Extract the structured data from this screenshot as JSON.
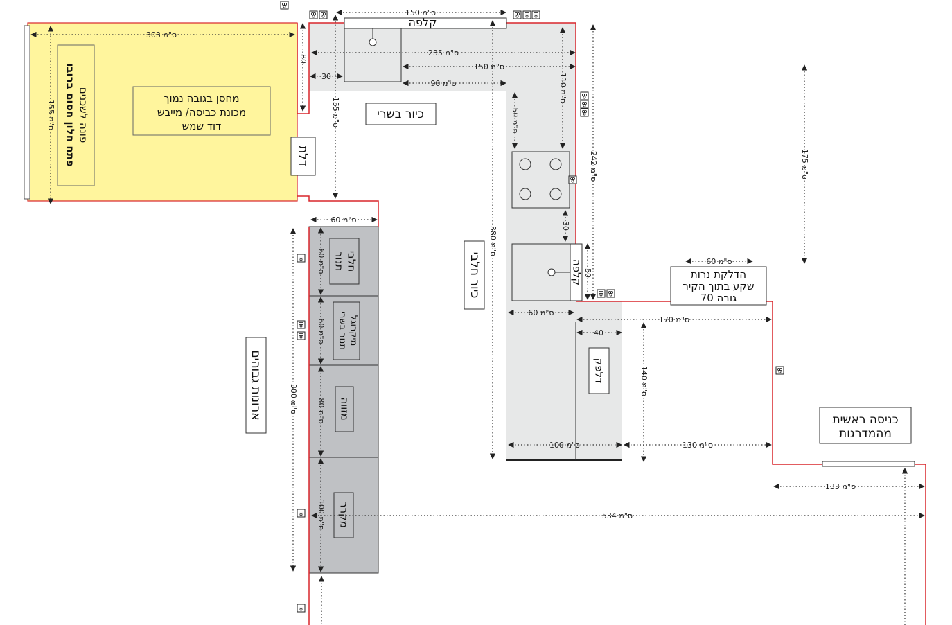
{
  "colors": {
    "wall": "#d9262c",
    "counter": "#e7e8e8",
    "tall": "#bfc1c4",
    "storage": "#fff59d",
    "text": "#111111"
  },
  "icons": [
    "outlet-icon",
    "arrow-head-icon",
    "burner-icon"
  ],
  "labels": {
    "sink_meat": "כיור בשרי",
    "sink_dairy": "כיור חלבי",
    "kalpa_top": "קלפה",
    "kalpa_side": "קלפה",
    "storage_title": "מחסן בגובה נמוך",
    "storage_line2": "מכונת כביסה/ מייבש",
    "storage_line3": "דוד שמש",
    "window_line1": "פתח חלון חסום ברובו",
    "window_line2": "פונה לשכנים",
    "door": "דלת",
    "tall_cabinets": "ארונות גבוהים",
    "dairy_oven_line1": "תנור",
    "dairy_oven_line2": "חלבי",
    "meat_oven_line1": "תנור בשרי",
    "meat_oven_line2": "מיקרוגל",
    "pantry": "מזווה",
    "fridge": "מקרר",
    "dalpak": "דלפק",
    "candle_line1": "הדלקת נרות",
    "candle_line2": "שקע בתוך הקיר",
    "candle_line3": "גובה 70",
    "entrance_line1": "כניסה ראשית",
    "entrance_line2": "מהמדרגות"
  },
  "dims": {
    "d150_top": "150 ס\"מ",
    "d303": "303 ס\"מ",
    "d155_left": "155 ס\"מ",
    "d80_door": "80",
    "d235": "235 ס\"מ",
    "d150_mid": "150 ס\"מ",
    "d30_left": "30",
    "d90": "90 ס\"מ",
    "d155_vert": "155 ס\"מ",
    "d110": "110 ס\"מ",
    "d50_vert": "50 ס\"מ",
    "d242": "242 ס\"מ",
    "d175": "175 ס\"מ",
    "d380": "380 ס\"מ",
    "d30_vert": "30",
    "d50_side": "50",
    "d60_counter": "60 ס\"מ",
    "d60_tall": "60 ס\"מ",
    "d60_candle": "60 ס\"מ",
    "d170": "170 ס\"מ",
    "d40": "40",
    "d140": "140 ס\"מ",
    "d100_h": "100 ס\"מ",
    "d130": "130 ס\"מ",
    "d133": "133 ס\"מ",
    "d534": "534 ס\"מ",
    "d300": "300 ס\"מ",
    "d60_oven1": "60 ס\"מ",
    "d60_oven2": "60 ס\"מ",
    "d80_pantry": "80 ס\"מ",
    "d100_fridge": "100 ס\"מ"
  }
}
